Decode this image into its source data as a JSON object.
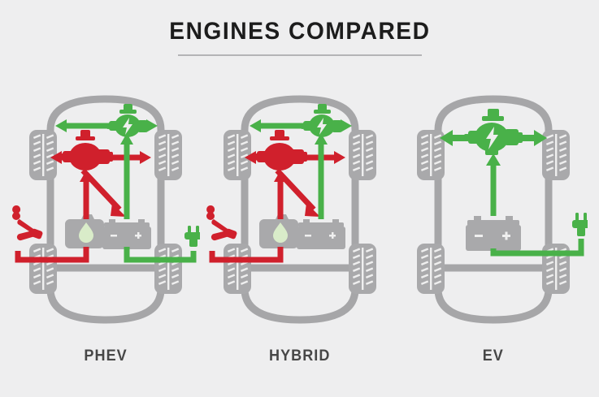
{
  "header": {
    "title": "ENGINES COMPARED"
  },
  "colors": {
    "background": "#eeeeef",
    "gray_chassis": "#a6a6a8",
    "gray_component": "#a9a9ab",
    "red_fuel": "#d0202c",
    "green_electric": "#49b149",
    "title_text": "#1c1c1c",
    "label_text": "#474747",
    "rule": "#b4b4b6",
    "fuel_droplet": "#d9ecc9"
  },
  "diagrams": [
    {
      "id": "phev",
      "label": "PHEV",
      "components": {
        "combustion_engine": {
          "present": true,
          "color": "#d0202c",
          "icon": "combustion-engine-icon"
        },
        "electric_motor": {
          "present": true,
          "color": "#49b149",
          "icon": "electric-motor-icon"
        },
        "fuel_tank": {
          "present": true,
          "icon": "fuel-tank-icon"
        },
        "battery": {
          "present": true,
          "icon": "battery-icon"
        },
        "fuel_nozzle": {
          "present": true,
          "color": "#d0202c",
          "icon": "fuel-nozzle-icon"
        },
        "charging_plug": {
          "present": true,
          "color": "#49b149",
          "icon": "charging-plug-icon"
        }
      },
      "flows": [
        {
          "from": "fuel-nozzle",
          "to": "fuel-tank",
          "color": "#d0202c"
        },
        {
          "from": "fuel-tank",
          "to": "combustion-engine",
          "color": "#d0202c"
        },
        {
          "from": "combustion-engine",
          "to": "front-wheels",
          "color": "#d0202c"
        },
        {
          "from": "combustion-engine",
          "to": "battery",
          "color": "#d0202c"
        },
        {
          "from": "battery",
          "to": "electric-motor",
          "color": "#49b149"
        },
        {
          "from": "electric-motor",
          "to": "front-wheels",
          "color": "#49b149"
        },
        {
          "from": "charging-plug",
          "to": "battery",
          "color": "#49b149"
        }
      ]
    },
    {
      "id": "hybrid",
      "label": "HYBRID",
      "components": {
        "combustion_engine": {
          "present": true,
          "color": "#d0202c",
          "icon": "combustion-engine-icon"
        },
        "electric_motor": {
          "present": true,
          "color": "#49b149",
          "icon": "electric-motor-icon"
        },
        "fuel_tank": {
          "present": true,
          "icon": "fuel-tank-icon"
        },
        "battery": {
          "present": true,
          "icon": "battery-icon"
        },
        "fuel_nozzle": {
          "present": true,
          "color": "#d0202c",
          "icon": "fuel-nozzle-icon"
        },
        "charging_plug": {
          "present": false,
          "color": "#49b149",
          "icon": "charging-plug-icon"
        }
      },
      "flows": [
        {
          "from": "fuel-nozzle",
          "to": "fuel-tank",
          "color": "#d0202c"
        },
        {
          "from": "fuel-tank",
          "to": "combustion-engine",
          "color": "#d0202c"
        },
        {
          "from": "combustion-engine",
          "to": "front-wheels",
          "color": "#d0202c"
        },
        {
          "from": "combustion-engine",
          "to": "battery",
          "color": "#d0202c"
        },
        {
          "from": "battery",
          "to": "electric-motor",
          "color": "#49b149"
        },
        {
          "from": "electric-motor",
          "to": "front-wheels",
          "color": "#49b149"
        }
      ]
    },
    {
      "id": "ev",
      "label": "EV",
      "components": {
        "combustion_engine": {
          "present": false,
          "color": "#d0202c",
          "icon": "combustion-engine-icon"
        },
        "electric_motor": {
          "present": true,
          "color": "#49b149",
          "icon": "electric-motor-icon"
        },
        "fuel_tank": {
          "present": false,
          "icon": "fuel-tank-icon"
        },
        "battery": {
          "present": true,
          "icon": "battery-icon"
        },
        "fuel_nozzle": {
          "present": false,
          "color": "#d0202c",
          "icon": "fuel-nozzle-icon"
        },
        "charging_plug": {
          "present": true,
          "color": "#49b149",
          "icon": "charging-plug-icon"
        }
      },
      "flows": [
        {
          "from": "charging-plug",
          "to": "battery",
          "color": "#49b149"
        },
        {
          "from": "battery",
          "to": "electric-motor",
          "color": "#49b149"
        },
        {
          "from": "electric-motor",
          "to": "front-wheels",
          "color": "#49b149"
        }
      ]
    }
  ]
}
